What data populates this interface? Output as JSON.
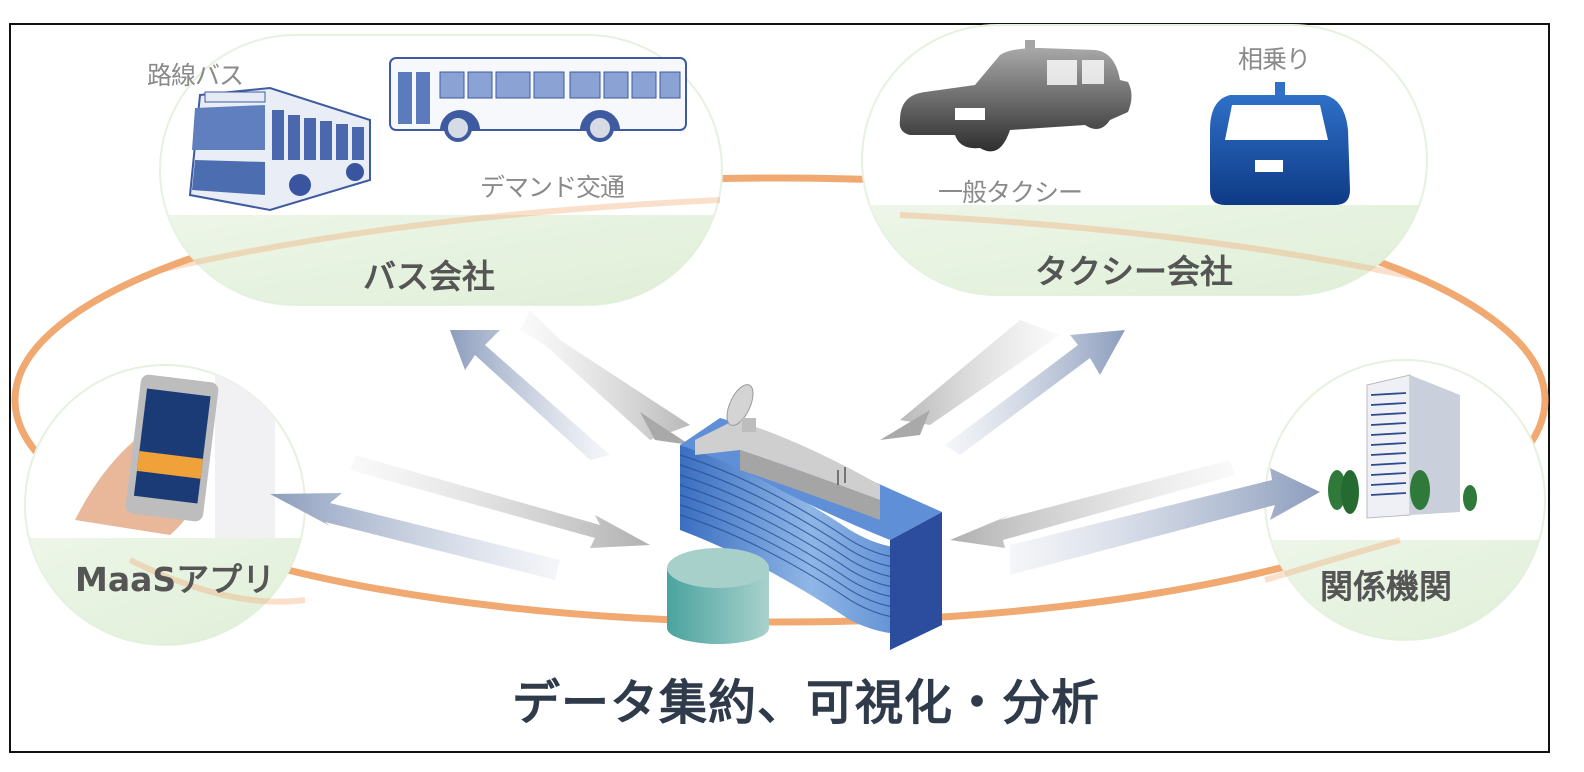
{
  "diagram": {
    "title": "データ集約、可視化・分析",
    "groups": {
      "bus": {
        "label": "バス会社",
        "items": [
          "路線バス",
          "デマンド交通"
        ]
      },
      "taxi": {
        "label": "タクシー会社",
        "items": [
          "一般タクシー",
          "相乗り"
        ]
      },
      "app": {
        "label": "MaaSアプリ"
      },
      "agency": {
        "label": "関係機関"
      }
    },
    "colors": {
      "ring": "#f0a46a",
      "bubble_fill": "#e3f1dc",
      "arrow_blue": "#9aa9c4",
      "arrow_gray": "#b4b4b4",
      "building_blue": "#3a63b6",
      "database": "#6fb7b3",
      "title_text": "#2f3a4a"
    }
  }
}
